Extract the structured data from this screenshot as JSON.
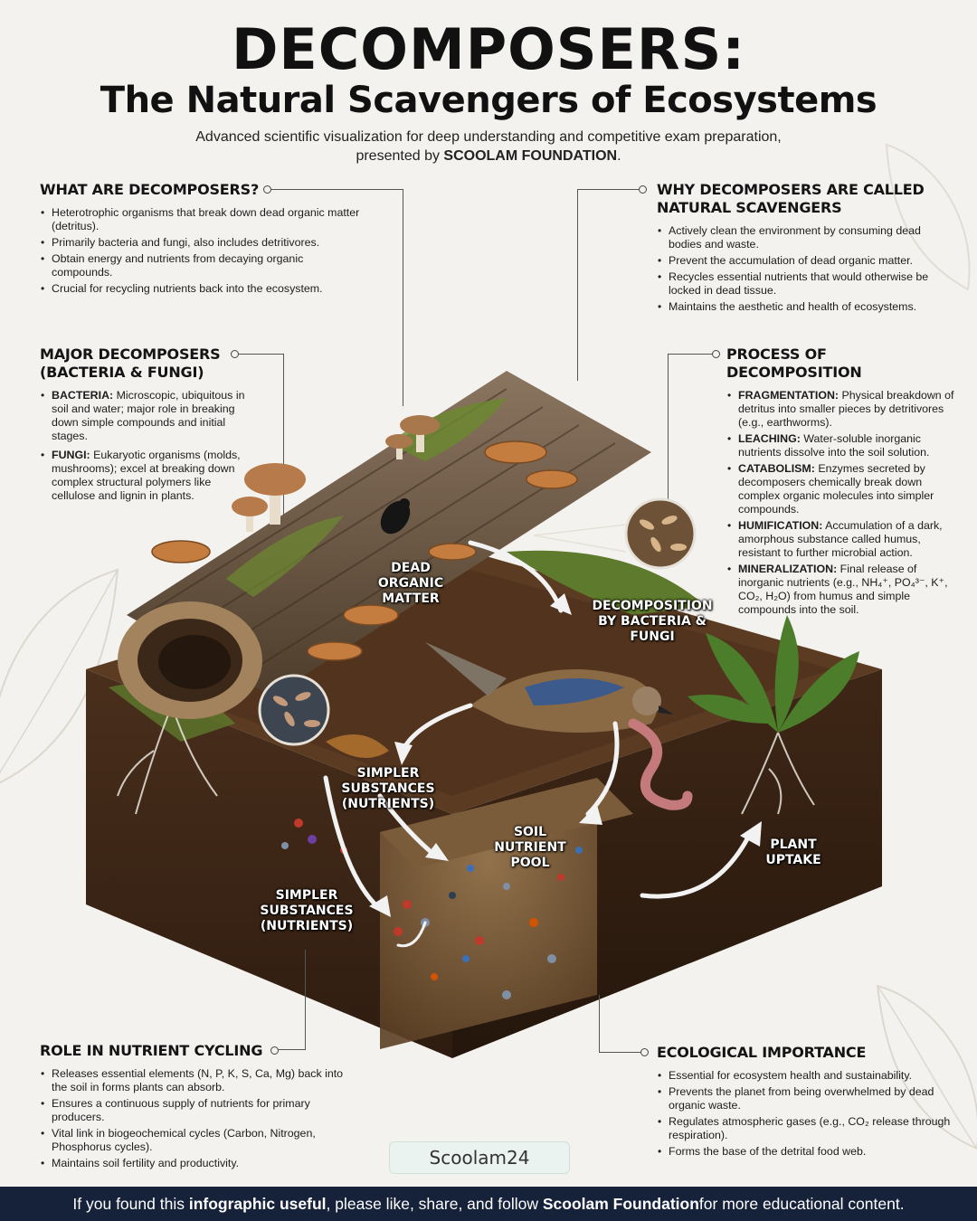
{
  "header": {
    "title": "DECOMPOSERS:",
    "subtitle": "The Natural Scavengers of Ecosystems",
    "description_pre": "Advanced scientific visualization for deep understanding and competitive exam preparation, presented by ",
    "description_brand": "SCOOLAM FOUNDATION",
    "description_post": "."
  },
  "panels": {
    "what": {
      "heading": "WHAT ARE DECOMPOSERS?",
      "items": [
        "Heterotrophic organisms that break down dead organic matter (detritus).",
        "Primarily bacteria and fungi, also includes detritivores.",
        "Obtain energy and nutrients from decaying organic compounds.",
        "Crucial for recycling nutrients back into the ecosystem."
      ]
    },
    "why": {
      "heading": "WHY DECOMPOSERS ARE CALLED NATURAL SCAVENGERS",
      "items": [
        "Actively clean the environment by consuming dead bodies and waste.",
        "Prevent the accumulation of dead organic matter.",
        "Recycles essential nutrients that would otherwise be locked in dead tissue.",
        "Maintains the aesthetic and health of ecosystems."
      ]
    },
    "major": {
      "heading": "MAJOR DECOMPOSERS (BACTERIA & FUNGI)",
      "items": [
        {
          "term": "BACTERIA:",
          "text": " Microscopic, ubiquitous in soil and water; major role in breaking down simple compounds and initial stages."
        },
        {
          "term": "FUNGI:",
          "text": " Eukaryotic organisms (molds, mushrooms); excel at breaking down complex structural polymers like cellulose and lignin in plants."
        }
      ]
    },
    "process": {
      "heading": "PROCESS OF DECOMPOSITION",
      "items": [
        {
          "term": "FRAGMENTATION:",
          "text": " Physical breakdown of detritus into smaller pieces by detritivores (e.g., earthworms)."
        },
        {
          "term": "LEACHING:",
          "text": " Water-soluble inorganic nutrients dissolve into the soil solution."
        },
        {
          "term": "CATABOLISM:",
          "text": " Enzymes secreted by decomposers chemically break down complex organic molecules into simpler compounds."
        },
        {
          "term": "HUMIFICATION:",
          "text": " Accumulation of a dark, amorphous substance called humus, resistant to further microbial action."
        },
        {
          "term": "MINERALIZATION:",
          "text": " Final release of inorganic nutrients (e.g., NH₄⁺, PO₄³⁻, K⁺, CO₂, H₂O) from humus and simple compounds into the soil."
        }
      ]
    },
    "role": {
      "heading": "ROLE IN NUTRIENT CYCLING",
      "items": [
        "Releases essential elements (N, P, K, S, Ca, Mg) back into the soil in forms plants can absorb.",
        "Ensures a continuous supply of nutrients for primary producers.",
        "Vital link in biogeochemical cycles (Carbon, Nitrogen, Phosphorus cycles).",
        "Maintains soil fertility and productivity."
      ]
    },
    "eco": {
      "heading": "ECOLOGICAL IMPORTANCE",
      "items": [
        "Essential for ecosystem health and sustainability.",
        "Prevents the planet from being overwhelmed by dead organic waste.",
        "Regulates atmospheric gases (e.g., CO₂ release through respiration).",
        "Forms the base of the detrital food web."
      ]
    }
  },
  "scene_labels": {
    "dead_matter": "DEAD ORGANIC MATTER",
    "decomposition": "DECOMPOSITION BY BACTERIA & FUNGI",
    "simpler_1": "SIMPLER SUBSTANCES (NUTRIENTS)",
    "simpler_2": "SIMPLER SUBSTANCES (NUTRIENTS)",
    "soil_pool": "SOIL NUTRIENT POOL",
    "plant_uptake": "PLANT UPTAKE"
  },
  "brand_badge": "Scoolam24",
  "footer": {
    "pre": "If you found this ",
    "bold1": "infographic useful",
    "mid": ", please like, share, and follow ",
    "bold2": "Scoolam Foundation",
    "post": " for more educational content."
  }
}
